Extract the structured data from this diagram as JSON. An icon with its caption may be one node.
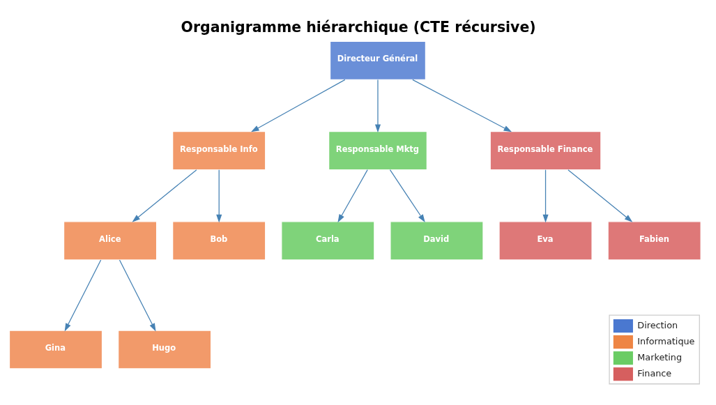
{
  "diagram": {
    "title": "Organigramme hiérarchique (CTE récursive)",
    "nodes": [
      {
        "text": [
          "Directeur Général"
        ]
      },
      {
        "text": [
          "Responsable Info"
        ]
      },
      {
        "text": [
          "Responsable Mktg"
        ]
      },
      {
        "text": [
          "Responsable Finance"
        ]
      },
      {
        "text": [
          "Alice"
        ]
      },
      {
        "text": [
          "Bob"
        ]
      },
      {
        "text": [
          "Carla"
        ]
      },
      {
        "text": [
          "David"
        ]
      },
      {
        "text": [
          "Eva"
        ]
      },
      {
        "text": [
          "Fabien"
        ]
      },
      {
        "text": [
          "Gina"
        ]
      },
      {
        "text": [
          "Hugo"
        ]
      }
    ],
    "edges": [
      {
        "from": 0,
        "to": 1,
        "arrow": "to"
      },
      {
        "from": 0,
        "to": 2,
        "arrow": "to"
      },
      {
        "from": 0,
        "to": 3,
        "arrow": "to"
      },
      {
        "from": 1,
        "to": 4,
        "arrow": "to"
      },
      {
        "from": 1,
        "to": 5,
        "arrow": "to"
      },
      {
        "from": 2,
        "to": 6,
        "arrow": "to"
      },
      {
        "from": 2,
        "to": 7,
        "arrow": "to"
      },
      {
        "from": 3,
        "to": 8,
        "arrow": "to"
      },
      {
        "from": 3,
        "to": 9,
        "arrow": "to"
      },
      {
        "from": 4,
        "to": 10,
        "arrow": "to"
      },
      {
        "from": 4,
        "to": 11,
        "arrow": "to"
      }
    ],
    "legend": [
      {
        "text": "Direction",
        "color": "#4a78d0"
      },
      {
        "text": "Informatique",
        "color": "#ee8544"
      },
      {
        "text": "Marketing",
        "color": "#6acc64"
      },
      {
        "text": "Finance",
        "color": "#d65f5f"
      }
    ]
  }
}
